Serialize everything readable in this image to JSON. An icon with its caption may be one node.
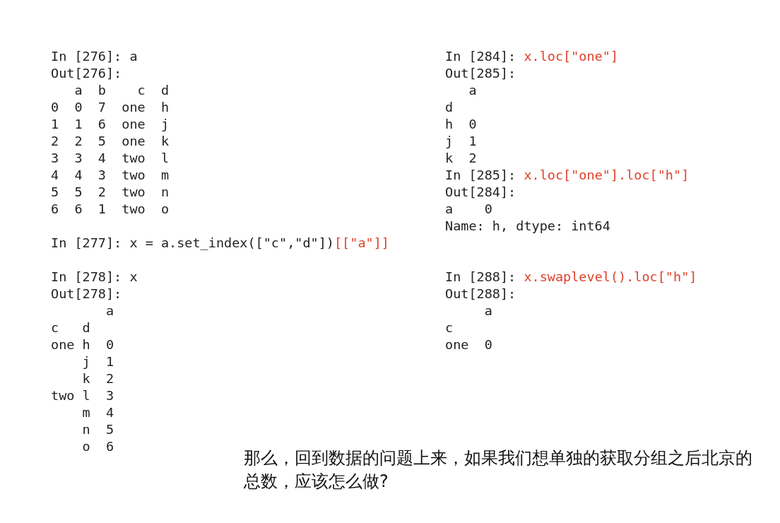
{
  "diagram": {
    "labels": [
      "In [276]: a",
      "Out[276]:",
      "   a  b    c  d",
      "0  0  7  one  h",
      "1  1  6  one  j",
      "2  2  5  one  k",
      "3  3  4  two  l",
      "4  4  3  two  m",
      "5  5  2  two  n",
      "6  6  1  two  o",
      "In [277]: x = a.set_index([\"c\",\"d\"])",
      "[[\"a\"]]",
      "In [278]: x",
      "Out[278]:",
      "       a",
      "c   d",
      "one h  0",
      "    j  1",
      "    k  2",
      "two l  3",
      "    m  4",
      "    n  5",
      "    o  6",
      "In [284]: ",
      "x.loc[\"one\"]",
      "Out[285]:",
      "   a",
      "d",
      "h  0",
      "j  1",
      "k  2",
      "In [285]: ",
      "x.loc[\"one\"].loc[\"h\"]",
      "Out[284]:",
      "a    0",
      "Name: h, dtype: int64",
      "In [288]: ",
      "x.swaplevel().loc[\"h\"]",
      "Out[288]:",
      "     a",
      "c",
      "one  0",
      "那么，回到数据的问题上来，如果我们想单独的获取分组之后北京的总数，应该怎么做?"
    ]
  }
}
